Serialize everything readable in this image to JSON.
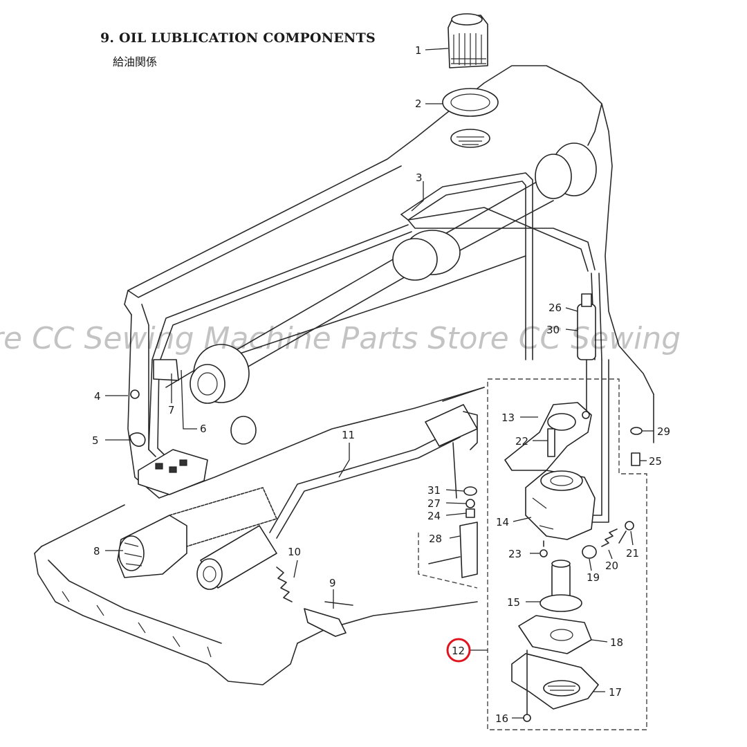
{
  "title": "9. OIL LUBLICATION COMPONENTS",
  "subtitle": "給油関係",
  "watermark": "ore CC Sewing Machine Parts Store CC Sewing",
  "highlight_color": "#e0141e",
  "callouts": [
    {
      "id": "c1",
      "text": "1"
    },
    {
      "id": "c2",
      "text": "2"
    },
    {
      "id": "c3",
      "text": "3"
    },
    {
      "id": "c4",
      "text": "4"
    },
    {
      "id": "c5",
      "text": "5"
    },
    {
      "id": "c6",
      "text": "6"
    },
    {
      "id": "c7",
      "text": "7"
    },
    {
      "id": "c8",
      "text": "8"
    },
    {
      "id": "c9",
      "text": "9"
    },
    {
      "id": "c10",
      "text": "10"
    },
    {
      "id": "c11",
      "text": "11"
    },
    {
      "id": "c12",
      "text": "12"
    },
    {
      "id": "c13",
      "text": "13"
    },
    {
      "id": "c14",
      "text": "14"
    },
    {
      "id": "c15",
      "text": "15"
    },
    {
      "id": "c16",
      "text": "16"
    },
    {
      "id": "c17",
      "text": "17"
    },
    {
      "id": "c18",
      "text": "18"
    },
    {
      "id": "c19",
      "text": "19"
    },
    {
      "id": "c20",
      "text": "20"
    },
    {
      "id": "c21",
      "text": "21"
    },
    {
      "id": "c22",
      "text": "22"
    },
    {
      "id": "c23",
      "text": "23"
    },
    {
      "id": "c24",
      "text": "24"
    },
    {
      "id": "c25",
      "text": "25"
    },
    {
      "id": "c26",
      "text": "26"
    },
    {
      "id": "c27",
      "text": "27"
    },
    {
      "id": "c28",
      "text": "28"
    },
    {
      "id": "c29",
      "text": "29"
    },
    {
      "id": "c30",
      "text": "30"
    },
    {
      "id": "c31",
      "text": "31"
    }
  ]
}
